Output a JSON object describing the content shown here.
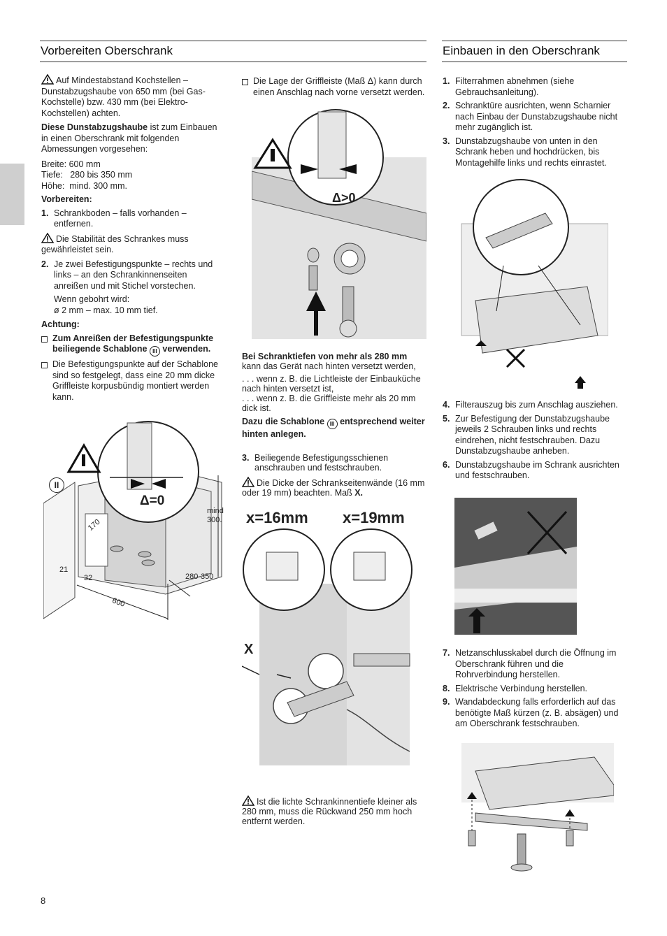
{
  "left": {
    "title": "Vorbereiten Oberschrank",
    "warn_text": "Auf Mindestabstand Kochstellen – Dunstabzugshaube von 650 mm (bei Gas-Kochstelle) bzw. 430 mm (bei Elektro-Kochstellen) achten.",
    "intro_bold": "Diese Dunstabzugshaube",
    "intro_rest": " ist zum Einbauen in einen Oberschrank mit folgenden Abmessungen vorgesehen:",
    "dim1": "Breite: 600 mm",
    "dim2": "Tiefe:   280 bis 350 mm",
    "dim3": "Höhe:  mind. 300 mm.",
    "prep_head": "Vorbereiten:",
    "step1_num": "1.",
    "step1": "Schrankboden – falls vorhanden – entfernen.",
    "step1_warn": "Die Stabilität des Schrankes muss gewährleistet sein.",
    "step2_num": "2.",
    "step2": "Je zwei Befestigungspunkte – rechts und links – an den Schrankinnenseiten anreißen und mit Stichel vorstechen.",
    "step2_b": "Wenn gebohrt wird:",
    "step2_c": "ø 2 mm – max. 10 mm tief.",
    "attn_head": "Achtung:",
    "attn1_a": "Zum Anreißen der Befestigungspunkte beiliegende Schablone",
    "attn1_b": "verwenden.",
    "attn2": "Die Befestigungspunkte auf der Schablone sind so festgelegt, dass eine 20 mm dicke Griffleiste korpusbündig montiert werden kann.",
    "fig": {
      "delta0": "Δ=0",
      "mark_roman": "II",
      "dim_170": "170",
      "dim_mind": "mind",
      "dim_300": "300.",
      "dim_21": "21",
      "dim_32": "32",
      "dim_280": "280-350",
      "dim_600": "600"
    }
  },
  "middle": {
    "bullet1": "Die Lage der Griffleiste (Maß Δ) kann durch einen Anschlag nach vorne versetzt werden.",
    "delta_gt0": "Δ>0",
    "depth_bold": "Bei Schranktiefen von mehr als 280 mm",
    "depth_rest": "kann das Gerät nach hinten versetzt werden,",
    "dots1": ". . . wenn z. B. die Lichtleiste der Einbauküche nach hinten versetzt ist,",
    "dots2": ". . . wenn z. B. die Griffleiste mehr als 20 mm dick ist.",
    "tmpl_a": "Dazu die Schablone",
    "tmpl_b": "entsprechend weiter hinten anlegen.",
    "step3_num": "3.",
    "step3": "Beiliegende Befestigungsschienen anschrauben und festschrauben.",
    "warn2": "Die Dicke der Schrankseitenwände (16 mm oder 19 mm) beachten. Maß",
    "warn2_x": "X.",
    "x16": "x=16mm",
    "x19": "x=19mm",
    "xlabel": "X",
    "warn3": "Ist die lichte Schrankinnentiefe kleiner als 280 mm, muss die Rückwand 250 mm hoch entfernt werden."
  },
  "right": {
    "title": "Einbauen in den Oberschrank",
    "s1n": "1.",
    "s1": "Filterrahmen abnehmen (siehe Gebrauchsanleitung).",
    "s2n": "2.",
    "s2": "Schranktüre ausrichten, wenn Scharnier nach Einbau der Dunstabzugshaube nicht mehr zugänglich ist.",
    "s3n": "3.",
    "s3": "Dunstabzugshaube von unten in den Schrank heben und hochdrücken, bis Montagehilfe links und rechts einrastet.",
    "s4n": "4.",
    "s4": "Filterauszug bis zum Anschlag ausziehen.",
    "s5n": "5.",
    "s5": "Zur Befestigung der Dunstabzugshaube jeweils 2 Schrauben links und rechts eindrehen, nicht festschrauben. Dazu Dunstabzugshaube anheben.",
    "s6n": "6.",
    "s6": "Dunstabzugshaube im Schrank ausrichten und festschrauben.",
    "s7n": "7.",
    "s7": "Netzanschlusskabel durch die Öffnung im Oberschrank führen und die Rohrverbindung herstellen.",
    "s8n": "8.",
    "s8": "Elektrische Verbindung herstellen.",
    "s9n": "9.",
    "s9": "Wandabdeckung falls erforderlich auf das benötigte Maß kürzen (z. B. absägen) und am Oberschrank festschrauben."
  },
  "template_mark": "III",
  "page_number": "8"
}
